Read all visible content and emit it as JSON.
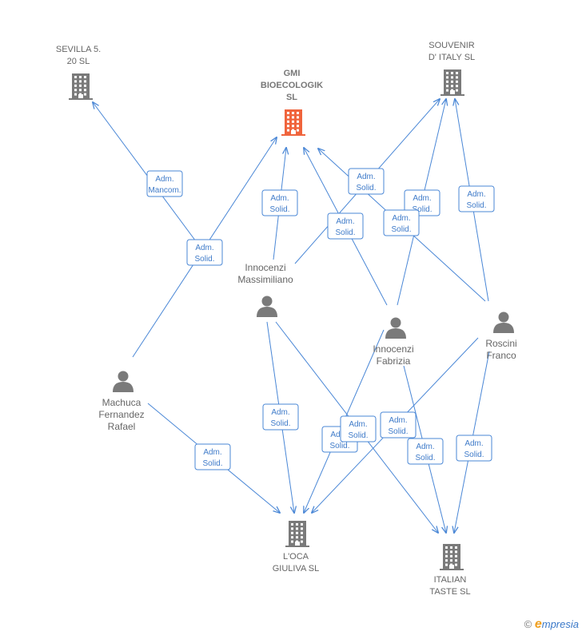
{
  "companies": [
    {
      "id": "sevilla",
      "lines": [
        "SEVILLA 5.",
        "20  SL"
      ],
      "focus": false
    },
    {
      "id": "gmi",
      "lines": [
        "GMI",
        "BIOECOLOGIK",
        "SL"
      ],
      "focus": true
    },
    {
      "id": "souvenir",
      "lines": [
        "SOUVENIR",
        "D' ITALY  SL"
      ],
      "focus": false
    },
    {
      "id": "loca",
      "lines": [
        "L'OCA",
        "GIULIVA SL"
      ],
      "focus": false
    },
    {
      "id": "italian",
      "lines": [
        "ITALIAN",
        "TASTE  SL"
      ],
      "focus": false
    }
  ],
  "people": [
    {
      "id": "massimiliano",
      "lines": [
        "Innocenzi",
        "Massimiliano"
      ]
    },
    {
      "id": "fabrizia",
      "lines": [
        "Innocenzi",
        "Fabrizia"
      ]
    },
    {
      "id": "roscini",
      "lines": [
        "Roscini",
        "Franco"
      ]
    },
    {
      "id": "machuca",
      "lines": [
        "Machuca",
        "Fernandez",
        "Rafael"
      ]
    }
  ],
  "edges": [
    {
      "from": "massimiliano",
      "to": "sevilla",
      "label": [
        "Adm.",
        "Mancom."
      ]
    },
    {
      "from": "machuca",
      "to": "gmi",
      "label": [
        "Adm.",
        "Solid."
      ]
    },
    {
      "from": "massimiliano",
      "to": "gmi",
      "label": [
        "Adm.",
        "Solid."
      ]
    },
    {
      "from": "fabrizia",
      "to": "gmi",
      "label": [
        "Adm.",
        "Solid."
      ]
    },
    {
      "from": "massimiliano",
      "to": "souvenir",
      "label": [
        "Adm.",
        "Solid."
      ]
    },
    {
      "from": "fabrizia",
      "to": "souvenir",
      "label": [
        "Adm.",
        "Solid."
      ]
    },
    {
      "from": "roscini",
      "to": "gmi",
      "label": [
        "Adm.",
        "Solid."
      ]
    },
    {
      "from": "roscini",
      "to": "souvenir",
      "label": [
        "Adm.",
        "Solid."
      ]
    },
    {
      "from": "machuca",
      "to": "loca",
      "label": [
        "Adm.",
        "Solid."
      ]
    },
    {
      "from": "massimiliano",
      "to": "loca",
      "label": [
        "Adm.",
        "Solid."
      ]
    },
    {
      "from": "fabrizia",
      "to": "loca",
      "label": [
        "Adm.",
        "Solid."
      ]
    },
    {
      "from": "massimiliano",
      "to": "italian",
      "label": [
        "Adm.",
        "Solid."
      ]
    },
    {
      "from": "roscini",
      "to": "loca",
      "label": [
        "Adm.",
        "Solid."
      ]
    },
    {
      "from": "fabrizia",
      "to": "italian",
      "label": [
        "Adm.",
        "Solid."
      ]
    },
    {
      "from": "roscini",
      "to": "italian",
      "label": [
        "Adm.",
        "Solid."
      ]
    }
  ],
  "colors": {
    "edge": "#4a87d6",
    "building": "#7a7a7a",
    "building_focus": "#f0643c",
    "person": "#7a7a7a"
  },
  "brand": {
    "copyright": "©",
    "e": "e",
    "rest": "mpresia"
  }
}
